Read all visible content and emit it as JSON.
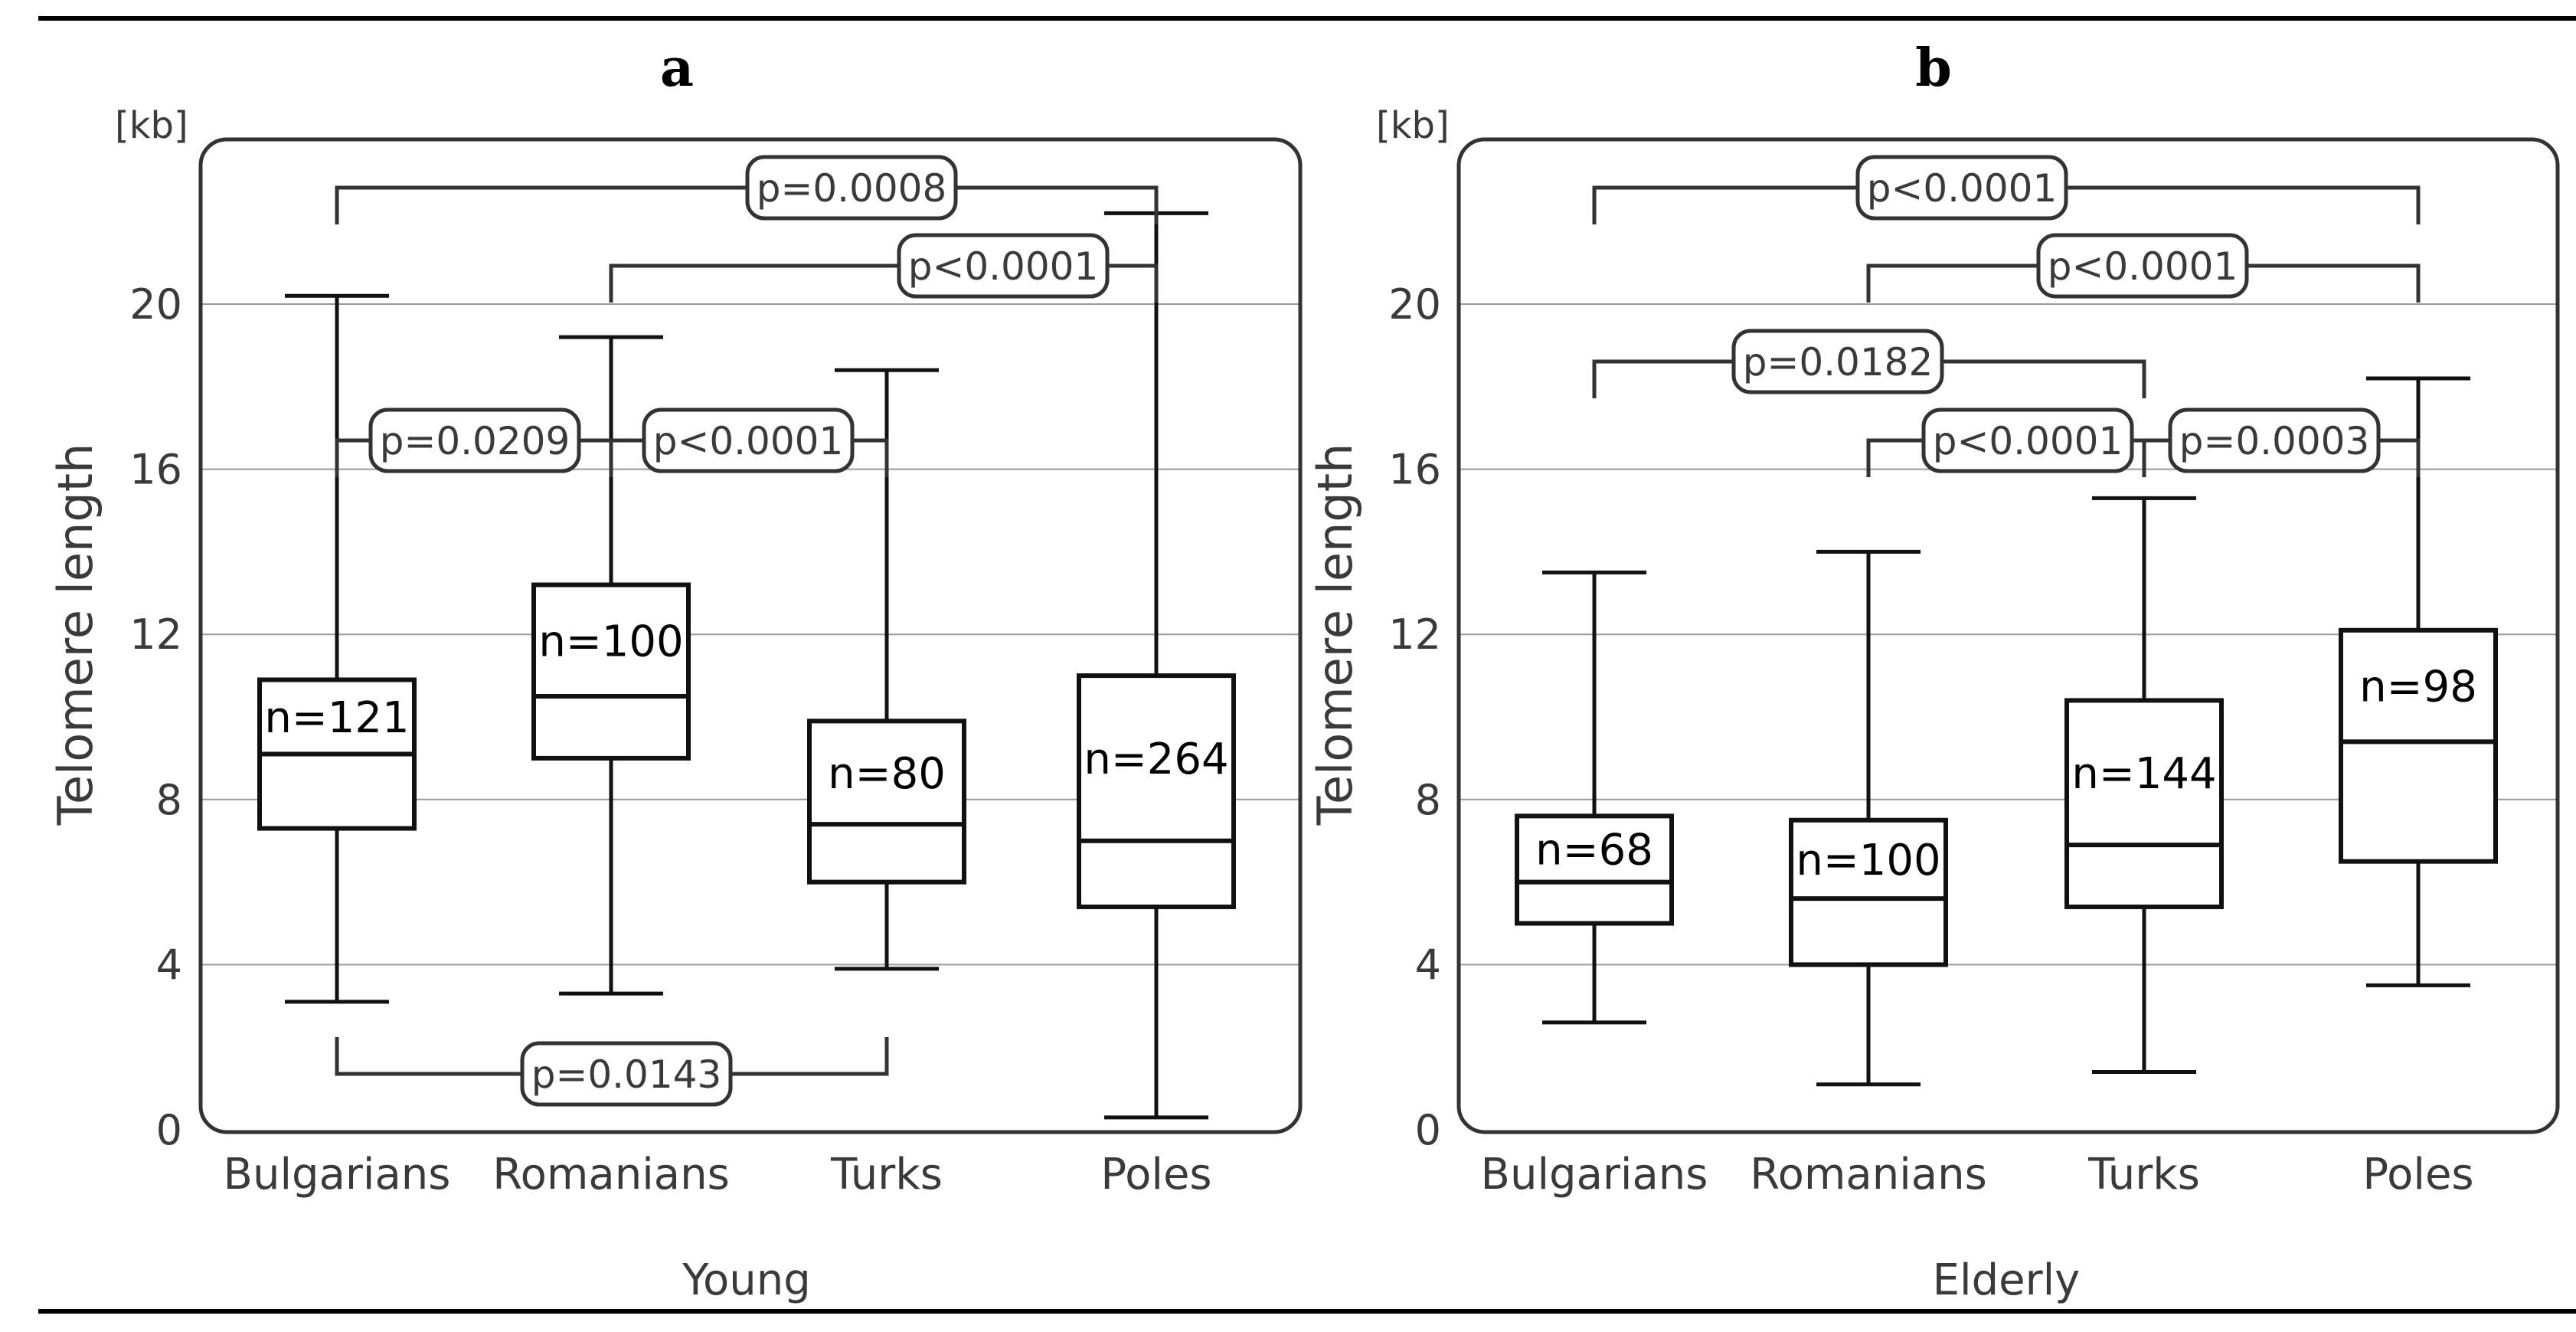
{
  "chart_data": [
    {
      "type": "box",
      "title": "a",
      "unit": "[kb]",
      "ylabel": "Telomere length",
      "group_label": "Young",
      "categories": [
        "Bulgarians",
        "Romanians",
        "Turks",
        "Poles"
      ],
      "ylim": [
        0,
        24
      ],
      "yticks": [
        "0",
        "4",
        "8",
        "12",
        "16",
        "20"
      ],
      "grid": true,
      "boxes": [
        {
          "category": "Bulgarians",
          "min": 3.1,
          "q1": 7.3,
          "median": 9.1,
          "q3": 10.9,
          "max": 20.2,
          "n_label": "n=121"
        },
        {
          "category": "Romanians",
          "min": 3.3,
          "q1": 9.0,
          "median": 10.5,
          "q3": 13.2,
          "max": 19.2,
          "n_label": "n=100"
        },
        {
          "category": "Turks",
          "min": 3.9,
          "q1": 6.0,
          "median": 7.4,
          "q3": 9.9,
          "max": 18.4,
          "n_label": "n=80"
        },
        {
          "category": "Poles",
          "min": 0.3,
          "q1": 5.4,
          "median": 7.0,
          "q3": 11.0,
          "max": 22.2,
          "n_label": "n=264"
        }
      ],
      "comparisons": [
        {
          "from": "Bulgarians",
          "to": "Poles",
          "p_label": "p=0.0008"
        },
        {
          "from": "Romanians",
          "to": "Poles",
          "p_label": "p<0.0001"
        },
        {
          "from": "Bulgarians",
          "to": "Romanians",
          "p_label": "p=0.0209"
        },
        {
          "from": "Romanians",
          "to": "Turks",
          "p_label": "p<0.0001"
        },
        {
          "from": "Bulgarians",
          "to": "Turks",
          "p_label": "p=0.0143"
        }
      ]
    },
    {
      "type": "box",
      "title": "b",
      "unit": "[kb]",
      "ylabel": "Telomere length",
      "group_label": "Elderly",
      "categories": [
        "Bulgarians",
        "Romanians",
        "Turks",
        "Poles"
      ],
      "ylim": [
        0,
        24
      ],
      "yticks": [
        "0",
        "4",
        "8",
        "12",
        "16",
        "20"
      ],
      "grid": true,
      "boxes": [
        {
          "category": "Bulgarians",
          "min": 2.6,
          "q1": 5.0,
          "median": 6.0,
          "q3": 7.6,
          "max": 13.5,
          "n_label": "n=68"
        },
        {
          "category": "Romanians",
          "min": 1.1,
          "q1": 4.0,
          "median": 5.6,
          "q3": 7.5,
          "max": 14.0,
          "n_label": "n=100"
        },
        {
          "category": "Turks",
          "min": 1.4,
          "q1": 5.4,
          "median": 6.9,
          "q3": 10.4,
          "max": 15.3,
          "n_label": "n=144"
        },
        {
          "category": "Poles",
          "min": 3.5,
          "q1": 6.5,
          "median": 9.4,
          "q3": 12.1,
          "max": 18.2,
          "n_label": "n=98"
        }
      ],
      "comparisons": [
        {
          "from": "Bulgarians",
          "to": "Poles",
          "p_label": "p<0.0001"
        },
        {
          "from": "Romanians",
          "to": "Poles",
          "p_label": "p<0.0001"
        },
        {
          "from": "Bulgarians",
          "to": "Turks",
          "p_label": "p=0.0182"
        },
        {
          "from": "Romanians",
          "to": "Turks",
          "p_label": "p<0.0001"
        },
        {
          "from": "Turks",
          "to": "Poles",
          "p_label": "p=0.0003"
        }
      ]
    }
  ]
}
